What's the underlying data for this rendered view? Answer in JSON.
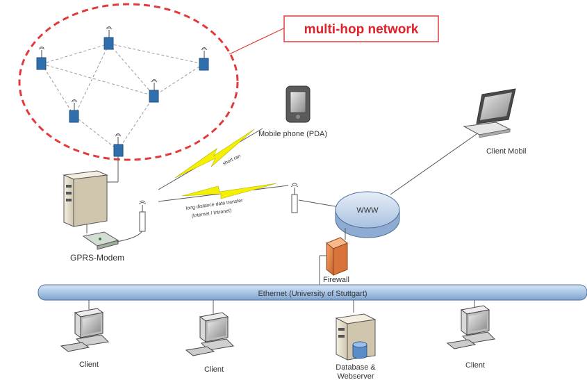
{
  "callout": {
    "title": "multi-hop network"
  },
  "labels": {
    "mobile_phone": "Mobile phone (PDA)",
    "client_mobil": "Client Mobil",
    "short_range_link": "short ran",
    "long_distance_link_line1": "long distance data transfer",
    "long_distance_link_line2": "(Internet / Intranet)",
    "gprs_modem": "GPRS-Modem",
    "www": "WWW",
    "firewall": "Firewall",
    "ethernet": "Ethernet (University of Stuttgart)",
    "client_1": "Client",
    "client_2": "Client",
    "database_line1": "Database &",
    "database_line2": "Webserver",
    "client_3": "Client"
  },
  "colors": {
    "callout_red": "#e0202a",
    "ellipse_dash": "#e23a3a",
    "sensor_blue": "#2f6fad",
    "bus_blue": "#a9c6e6",
    "cloud_blue": "#b9cde6",
    "lightning_yellow": "#f3f000",
    "firewall_orange": "#e8854a"
  }
}
